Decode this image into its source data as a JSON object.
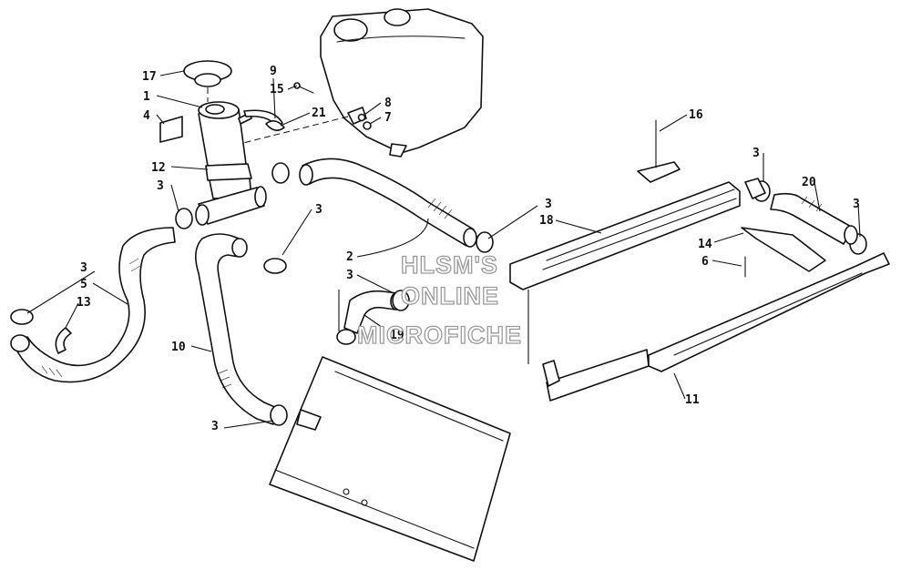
{
  "callouts": {
    "c1": "1",
    "c2": "2",
    "c3a": "3",
    "c3b": "3",
    "c3c": "3",
    "c3d": "3",
    "c3e": "3",
    "c3f": "3",
    "c3g": "3",
    "c3h": "3",
    "c4": "4",
    "c5": "5",
    "c6": "6",
    "c7": "7",
    "c8": "8",
    "c9": "9",
    "c10": "10",
    "c11": "11",
    "c12": "12",
    "c13": "13",
    "c14": "14",
    "c15": "15",
    "c16": "16",
    "c17": "17",
    "c18": "18",
    "c19": "19",
    "c20": "20",
    "c21": "21"
  },
  "watermark": {
    "line1": "HLSM'S",
    "line2": "ONLINE",
    "line3": "MICROFICHE"
  }
}
